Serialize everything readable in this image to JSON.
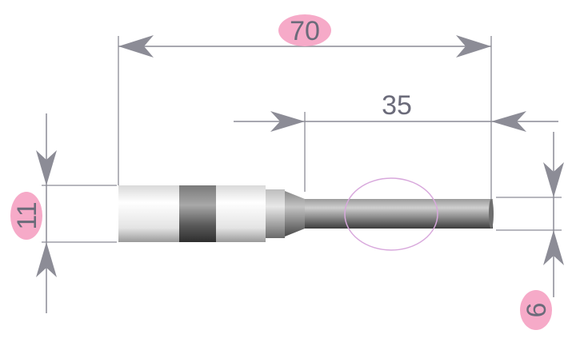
{
  "dimensions": {
    "overall_length": "70",
    "neck_length": "35",
    "shank_diameter": "11",
    "neck_diameter": "6"
  },
  "colors": {
    "dimension_line": "#8c8c96",
    "dimension_text": "#6b6b7a",
    "label_highlight": "#f6aac8",
    "ellipse_marker": "#d8a8dc",
    "shank_light": "#ffffff",
    "shank_dark": "#3a3a3a"
  }
}
